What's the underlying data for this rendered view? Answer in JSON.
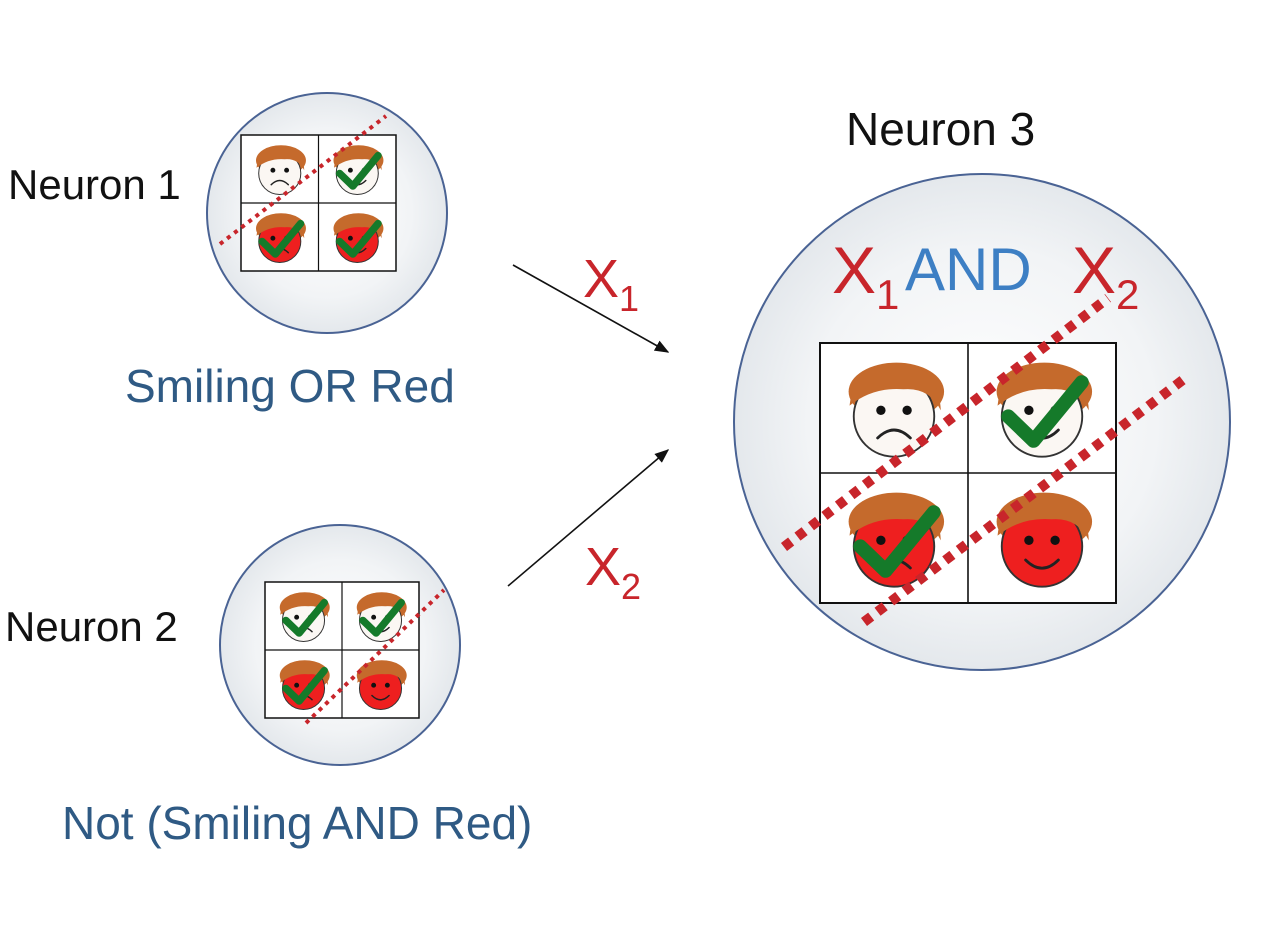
{
  "neuron1": {
    "title": "Neuron 1",
    "caption": "Smiling OR Red"
  },
  "neuron2": {
    "title": "Neuron 2",
    "caption": "Not (Smiling AND Red)"
  },
  "neuron3": {
    "title": "Neuron 3",
    "expression": {
      "left_var": "X",
      "left_sub": "1",
      "operator": "AND",
      "right_var": "X",
      "right_sub": "2"
    }
  },
  "inputs": [
    {
      "var": "X",
      "sub": "1"
    },
    {
      "var": "X",
      "sub": "2"
    }
  ],
  "grid_faces": [
    {
      "cell": "top-left",
      "color": "white",
      "mood": "frowning"
    },
    {
      "cell": "top-right",
      "color": "white",
      "mood": "smiling"
    },
    {
      "cell": "bottom-left",
      "color": "red",
      "mood": "frowning"
    },
    {
      "cell": "bottom-right",
      "color": "red",
      "mood": "smiling"
    }
  ],
  "checked_cells": {
    "neuron1": [
      false,
      true,
      true,
      true
    ],
    "neuron2": [
      true,
      true,
      true,
      false
    ],
    "neuron3": [
      false,
      true,
      true,
      false
    ]
  },
  "colors": {
    "circle_stroke": "#4a6394",
    "circle_fill": "#edf0f3",
    "face_white": "#fbf7f3",
    "face_red": "#ee1f1f",
    "hair": "#c56a2c",
    "check": "#157a2a",
    "separator": "#c8252b",
    "caption": "#2f5a84",
    "and_text": "#3d7fc4"
  },
  "icons": [
    "face-icon",
    "check-icon",
    "arrow-icon"
  ]
}
